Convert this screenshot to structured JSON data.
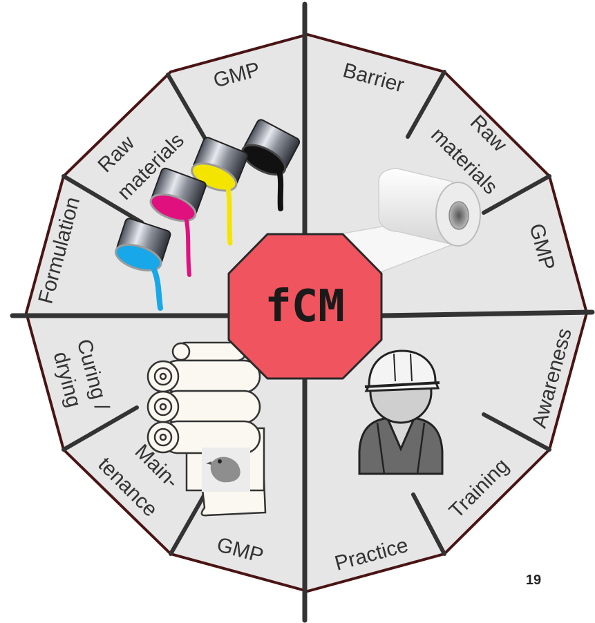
{
  "center": {
    "label": "fCM"
  },
  "segments": {
    "top_left": [
      "GMP",
      "Raw materials",
      "Formulation"
    ],
    "top_right": [
      "Barrier",
      "Raw materials",
      "GMP"
    ],
    "bottom_left": [
      "Curing / drying",
      "Main- tenance",
      "GMP"
    ],
    "bottom_right": [
      "Awareness",
      "Training",
      "Practice"
    ]
  },
  "labels": {
    "tl_gmp": "GMP",
    "tl_raw_1": "Raw",
    "tl_raw_2": "materials",
    "tl_formulation": "Formulation",
    "tr_barrier": "Barrier",
    "tr_raw_1": "Raw",
    "tr_raw_2": "materials",
    "tr_gmp": "GMP",
    "bl_curing_1": "Curing /",
    "bl_curing_2": "drying",
    "bl_maint_1": "Main-",
    "bl_maint_2": "tenance",
    "bl_gmp": "GMP",
    "br_awareness": "Awareness",
    "br_training": "Training",
    "br_practice": "Practice"
  },
  "icons": {
    "top_left": "ink-cans-pouring-icon",
    "top_right": "paper-roll-icon",
    "bottom_left": "printing-rollers-icon",
    "bottom_right": "worker-with-hardhat-icon"
  },
  "page_number": "19",
  "colors": {
    "segment_fill": "#e6e6e6",
    "outline": "#4a1414",
    "divider": "#333333",
    "center_fill": "#f0545f",
    "cyan": "#18a7e8",
    "magenta": "#e0117f",
    "yellow": "#f4e500",
    "black": "#111111"
  }
}
